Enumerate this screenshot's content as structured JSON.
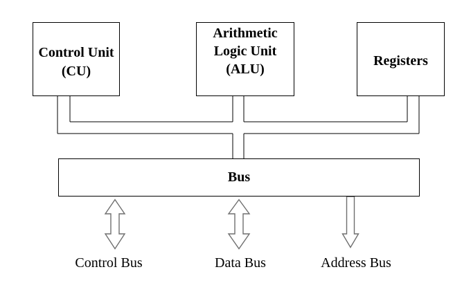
{
  "boxes": {
    "control_unit": {
      "line1": "Control Unit",
      "line2": "(CU)"
    },
    "alu": {
      "line1": "Arithmetic",
      "line2": "Logic Unit",
      "line3": "(ALU)"
    },
    "registers": {
      "label": "Registers"
    },
    "bus": {
      "label": "Bus"
    }
  },
  "arrow_labels": {
    "control_bus": "Control Bus",
    "data_bus": "Data Bus",
    "address_bus": "Address Bus"
  },
  "arrows": [
    {
      "name": "control-bus-arrow",
      "type": "double-headed-vertical"
    },
    {
      "name": "data-bus-arrow",
      "type": "double-headed-vertical"
    },
    {
      "name": "address-bus-arrow",
      "type": "single-headed-down"
    }
  ],
  "colors": {
    "background": "#ffffff",
    "line": "#000000",
    "arrow_outline": "#6e6e6e",
    "text": "#000000"
  }
}
